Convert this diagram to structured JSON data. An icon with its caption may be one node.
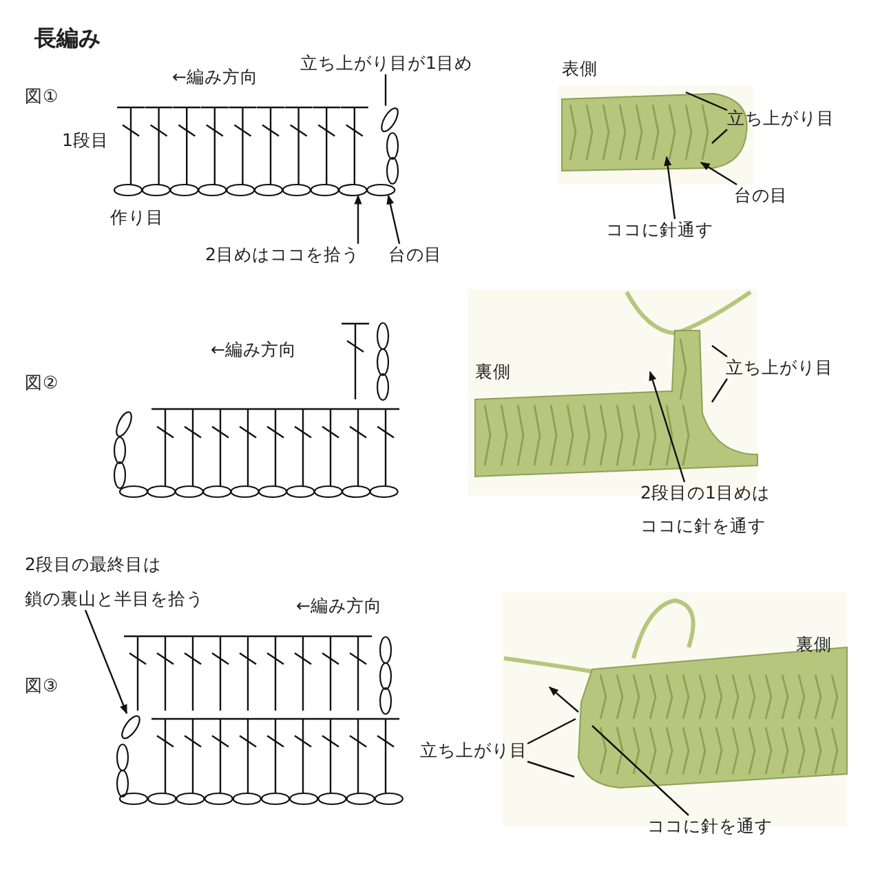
{
  "diagram": {
    "title": "長編み",
    "nodes": [
      {
        "text": [
          "立ち上がり目が1目め"
        ]
      },
      {
        "text": [
          "2目めはココを拾う"
        ]
      },
      {
        "text": [
          "台の目"
        ]
      },
      {
        "text": [
          "立ち上がり目"
        ]
      },
      {
        "text": [
          "台の目"
        ]
      },
      {
        "text": [
          "ココに針通す"
        ]
      },
      {
        "text": [
          "立ち上がり目"
        ]
      },
      {
        "text": [
          "2段目の1目めは",
          "ココに針を通す"
        ]
      },
      {
        "text": [
          "2段目の最終目は",
          "鎖の裏山と半目を拾う"
        ]
      },
      {
        "text": [
          "立ち上がり目"
        ]
      },
      {
        "text": [
          "ココに針を通す"
        ]
      },
      {
        "text": [],
        "shape": "picture"
      }
    ],
    "edges": [
      {
        "from": 0,
        "to": 11,
        "arrow": "none"
      },
      {
        "from": 1,
        "to": 11,
        "arrow": "to"
      },
      {
        "from": 2,
        "to": 11,
        "arrow": "to"
      },
      {
        "from": 3,
        "to": null,
        "arrow": "none"
      },
      {
        "from": 3,
        "to": null,
        "arrow": "none"
      },
      {
        "from": 4,
        "to": null,
        "arrow": "to"
      },
      {
        "from": 5,
        "to": null,
        "arrow": "to"
      },
      {
        "from": 6,
        "to": null,
        "arrow": "none"
      },
      {
        "from": 6,
        "to": null,
        "arrow": "none"
      },
      {
        "from": 7,
        "to": null,
        "arrow": "to"
      },
      {
        "from": 8,
        "to": null,
        "arrow": "to"
      },
      {
        "from": 9,
        "to": null,
        "arrow": "none"
      },
      {
        "from": 9,
        "to": null,
        "arrow": "none"
      },
      {
        "from": 10,
        "to": null,
        "arrow": "none"
      }
    ],
    "labels": [
      "←編み方向",
      "図①",
      "表側",
      "1段目",
      "作り目",
      "←編み方向",
      "裏側",
      "図②",
      "←編み方向",
      "裏側",
      "図③"
    ]
  }
}
